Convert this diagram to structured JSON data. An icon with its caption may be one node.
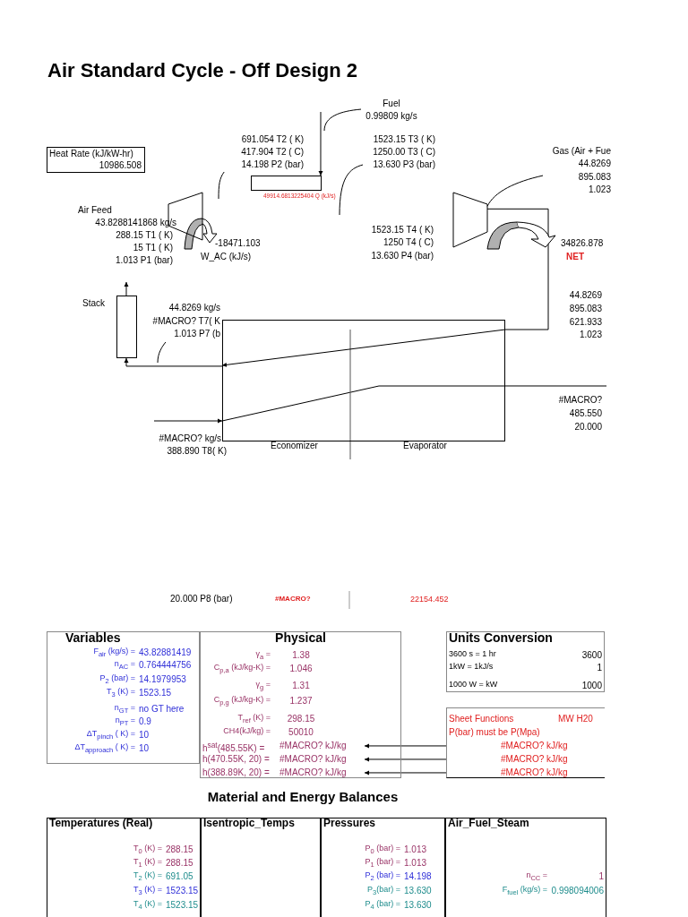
{
  "diagram": {
    "title": "Air Standard Cycle - Off Design 2",
    "nodes": [
      {
        "text": [
          "Heat Rate (kJ/kW-hr)",
          "10986.508"
        ]
      },
      {
        "text": [
          "Fuel",
          "0.99809 kg/s"
        ]
      },
      {
        "text": [
          "691.054 T2 ( K)",
          "417.904 T2 ( C)",
          "14.198 P2 (bar)"
        ]
      },
      {
        "text": [
          "1523.15 T3 ( K)",
          "1250.00 T3 ( C)",
          "13.630 P3 (bar)"
        ]
      },
      {
        "text": [
          "Gas (Air + Fue",
          "44.8269",
          "895.083",
          "1.023"
        ]
      },
      {
        "text": [],
        "shape": "box",
        "beside": [
          "49914.6813225404 Q (kJ/s)"
        ]
      },
      {
        "text": [],
        "shape": "trapezoid"
      },
      {
        "text": [],
        "shape": "trapezoid"
      },
      {
        "text": [],
        "shape": "box",
        "beside": [
          "Stack"
        ]
      },
      {
        "text": [
          "44.8269 kg/s",
          "#MACRO? T7( K",
          "1.013 P7 (b"
        ]
      },
      {
        "text": [],
        "shape": "box",
        "beside": [
          "Economizer",
          "Evaporator"
        ]
      },
      {
        "text": [
          "Variables",
          "F$_{air}$ (kg/s) =",
          "43.82881419",
          "n$_{AC}$ =",
          "0.764444756",
          "P$_{2}$ (bar) =",
          "14.1979953",
          "T$_{3}$ (K) =",
          "1523.15",
          "n$_{GT}$ =",
          "no GT here",
          "n$_{PT}$ =",
          "0.9",
          "ΔT$_{pinch}$ ( K) =",
          "10",
          "ΔT$_{approach}$ ( K) =",
          "10"
        ]
      },
      {
        "text": [
          "Physical",
          "γ$_{a}$ =",
          "1.38",
          "C$_{p,a}$ (kJ/kg-K) =",
          "1.046",
          "γ$_{g}$ =",
          "1.31",
          "C$_{p,g}$ (kJ/kg-K) =",
          "1.237",
          "T$_{ref}$ (K) =",
          "298.15",
          "CH4(kJ/kg) =",
          "50010"
        ]
      },
      {
        "text": [
          "h$^{sat}$(485.55K) =",
          "#MACRO? kJ/kg"
        ],
        "in": 12
      },
      {
        "text": [
          "h(470.55K, 20) =",
          "#MACRO? kJ/kg"
        ],
        "in": 12
      },
      {
        "text": [
          "h(388.89K, 20) =",
          "#MACRO? kJ/kg"
        ],
        "in": 12
      },
      {
        "text": [
          "Units Conversion",
          "3600 s = 1 hr",
          "3600",
          "1kW = 1kJ/s",
          "1",
          "1000 W = kW",
          "1000"
        ]
      },
      {
        "text": [
          "Sheet Functions",
          "MW H20",
          "P(bar) must be P(Mpa)"
        ]
      },
      {
        "text": [
          "#MACRO? kJ/kg"
        ],
        "in": 17
      },
      {
        "text": [
          "#MACRO? kJ/kg"
        ],
        "in": 17
      },
      {
        "text": [
          "#MACRO? kJ/kg"
        ],
        "in": 17
      },
      {
        "text": [
          "Temperatures (Real)",
          "T$_{0}$ (K) =",
          "288.15",
          "T$_{1}$ (K) =",
          "288.15",
          "T$_{2}$ (K) =",
          "691.05",
          "T$_{3}$ (K) =",
          "1523.15",
          "T$_{4}$ (K) =",
          "1523.15"
        ]
      },
      {
        "text": [
          "Isentropic_Temps"
        ]
      },
      {
        "text": [
          "Pressures",
          "P$_{0}$ (bar) =",
          "1.013",
          "P$_{1}$ (bar) =",
          "1.013",
          "P$_{2}$ (bar) =",
          "14.198",
          "P$_{3}$(bar) =",
          "13.630",
          "P$_{4}$ (bar) =",
          "13.630"
        ]
      },
      {
        "text": [
          "Air_Fuel_Steam",
          "n$_{CC}$ =",
          "1",
          "F$_{fuel}$ (kg/s) =",
          "0.998094006"
        ]
      }
    ],
    "edges": [
      {
        "from": 1,
        "to": null,
        "arrow": "none"
      },
      {
        "from": null,
        "to": 5,
        "arrow": "to"
      },
      {
        "from": 2,
        "to": null,
        "arrow": "none"
      },
      {
        "from": 3,
        "to": null,
        "arrow": "none"
      },
      {
        "from": 4,
        "to": 7,
        "arrow": "none"
      },
      {
        "from": 9,
        "to": null,
        "arrow": "none"
      },
      {
        "from": 7,
        "to": 10,
        "arrow": "to"
      },
      {
        "from": 10,
        "to": 8,
        "arrow": "to"
      },
      {
        "from": 8,
        "to": null,
        "arrow": "to"
      },
      {
        "from": null,
        "to": 10,
        "arrow": "to"
      },
      {
        "from": 10,
        "to": null,
        "arrow": "none"
      },
      {
        "from": 18,
        "to": 13,
        "arrow": "to"
      },
      {
        "from": 19,
        "to": 14,
        "arrow": "to"
      },
      {
        "from": 20,
        "to": 15,
        "arrow": "to"
      }
    ],
    "labels": [
      "Air Feed",
      "43.8288141868 kg/s",
      "288.15 T1 ( K)",
      "15 T1 ( K)",
      "1.013 P1 (bar)",
      "-18471.103",
      "W_AC (kJ/s)",
      "1523.15 T4 ( K)",
      "1250 T4 ( C)",
      "13.630 P4 (bar)",
      "34826.878",
      "NET",
      "44.8269",
      "895.083",
      "621.933",
      "1.023",
      "#MACRO?",
      "485.550",
      "20.000",
      "#MACRO? kg/s",
      "388.890 T8( K)",
      "20.000 P8 (bar)",
      "#MACRO?",
      "22154.452",
      "Material and Energy Balances"
    ]
  }
}
